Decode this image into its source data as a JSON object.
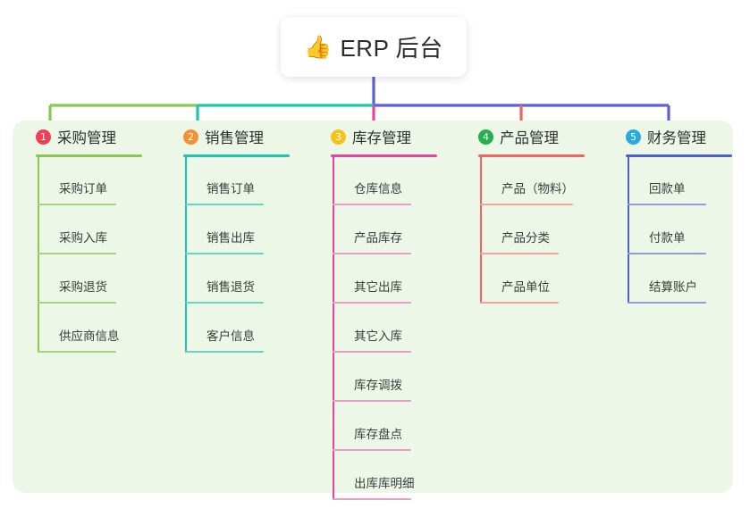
{
  "root": {
    "icon": "thumbs-up-icon",
    "icon_glyph": "👍",
    "title": "ERP 后台"
  },
  "panel": {
    "background_color": "#edf7e8"
  },
  "connector_colors": {
    "stem": "#5c62d6",
    "segment_1": "#8cc751",
    "segment_2": "#1ec7ac",
    "segment_3": "#5c62d6",
    "drop_1": "#8cc751",
    "drop_2": "#1ec7ac",
    "drop_3": "#e8459a",
    "drop_4": "#f0635f",
    "drop_5": "#5c62d6"
  },
  "columns": [
    {
      "number": "1",
      "title": "采购管理",
      "badge_color": "#ef3e56",
      "accent_color": "#8cc751",
      "leaf_color": "#a9d17e",
      "items": [
        {
          "label": "采购订单"
        },
        {
          "label": "采购入库"
        },
        {
          "label": "采购退货"
        },
        {
          "label": "供应商信息"
        }
      ]
    },
    {
      "number": "2",
      "title": "销售管理",
      "badge_color": "#f59032",
      "accent_color": "#1ec7ac",
      "leaf_color": "#6fd3c4",
      "items": [
        {
          "label": "销售订单"
        },
        {
          "label": "销售出库"
        },
        {
          "label": "销售退货"
        },
        {
          "label": "客户信息"
        }
      ]
    },
    {
      "number": "3",
      "title": "库存管理",
      "badge_color": "#f5c21b",
      "accent_color": "#e8459a",
      "leaf_color": "#e79ec4",
      "items": [
        {
          "label": "仓库信息"
        },
        {
          "label": "产品库存"
        },
        {
          "label": "其它出库"
        },
        {
          "label": "其它入库"
        },
        {
          "label": "库存调拨"
        },
        {
          "label": "库存盘点"
        },
        {
          "label": "出库库明细"
        }
      ]
    },
    {
      "number": "4",
      "title": "产品管理",
      "badge_color": "#22b14c",
      "accent_color": "#f0635f",
      "leaf_color": "#f2a3a0",
      "items": [
        {
          "label": "产品（物料）"
        },
        {
          "label": "产品分类"
        },
        {
          "label": "产品单位"
        }
      ]
    },
    {
      "number": "5",
      "title": "财务管理",
      "badge_color": "#27aae1",
      "accent_color": "#4f5fd0",
      "leaf_color": "#8f9ddb",
      "items": [
        {
          "label": "回款单"
        },
        {
          "label": "付款单"
        },
        {
          "label": "结算账户"
        }
      ]
    }
  ]
}
